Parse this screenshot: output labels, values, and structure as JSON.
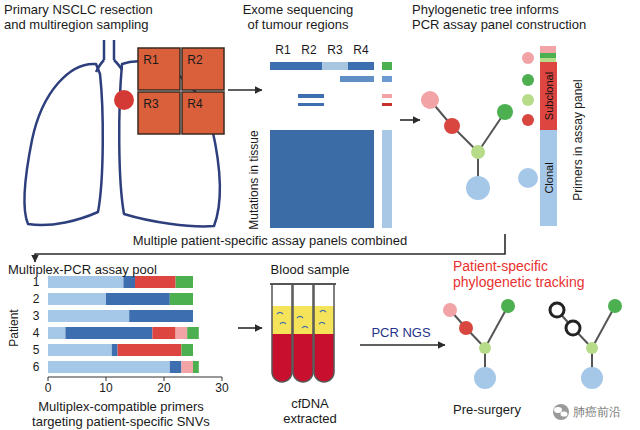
{
  "diagram": {
    "nodes": [
      {
        "text": [
          "Primary NSCLC resection and multiregion sampling"
        ]
      },
      {
        "text": [
          "Exome sequencing of tumour regions"
        ]
      },
      {
        "text": [
          "Phylogenetic tree informs PCR assay panel construction"
        ]
      },
      {
        "text": [
          "Subclonal"
        ],
        "in": 2
      },
      {
        "text": [
          "Clonal"
        ],
        "in": 2
      },
      {
        "text": [
          "Multiplex-PCR assay pool",
          "Multiplex-compatible primers targeting patient-specific SNVs"
        ]
      },
      {
        "text": [
          "Blood sample",
          "cfDNA extracted"
        ]
      },
      {
        "text": [
          "Patient-specific phylogenetic tracking",
          "Pre-surgery"
        ]
      }
    ],
    "edges": [
      {
        "from": 0,
        "to": 1,
        "arrow": "to"
      },
      {
        "from": 1,
        "to": 2,
        "arrow": "to"
      },
      {
        "from": 2,
        "to": 5,
        "label": "Multiple patient-specific assay panels combined",
        "arrow": "to"
      },
      {
        "from": 5,
        "to": 6,
        "arrow": "to"
      },
      {
        "from": 6,
        "to": 7,
        "label": "PCR NGS",
        "arrow": "to"
      }
    ],
    "labels": [
      "R1",
      "R2",
      "R3",
      "R4",
      "R1",
      "R2",
      "R3",
      "R4",
      "Mutations in tissue",
      "Primers in assay panel",
      "Patient",
      "1",
      "2",
      "3",
      "4",
      "5",
      "6",
      "0",
      "10",
      "20",
      "30",
      "肺癌前沿"
    ]
  }
}
